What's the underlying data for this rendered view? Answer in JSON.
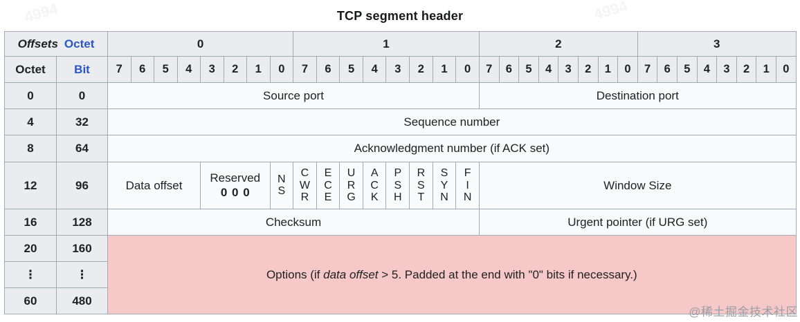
{
  "title": "TCP segment header",
  "header": {
    "offsets_label": "Offsets",
    "octet_label": "Octet",
    "octet_row_label": "Octet",
    "bit_label": "Bit",
    "octet_groups": [
      "0",
      "1",
      "2",
      "3"
    ],
    "bits": [
      "7",
      "6",
      "5",
      "4",
      "3",
      "2",
      "1",
      "0"
    ]
  },
  "rows": {
    "r0": {
      "octet": "0",
      "bit": "0",
      "source_port": "Source port",
      "destination_port": "Destination port"
    },
    "r4": {
      "octet": "4",
      "bit": "32",
      "label": "Sequence number"
    },
    "r8": {
      "octet": "8",
      "bit": "64",
      "label": "Acknowledgment number (if ACK set)"
    },
    "r12": {
      "octet": "12",
      "bit": "96",
      "data_offset": "Data offset",
      "reserved_label": "Reserved",
      "reserved_value": "0 0 0",
      "window_size": "Window Size"
    },
    "r16": {
      "octet": "16",
      "bit": "128",
      "checksum": "Checksum",
      "urgent_pointer": "Urgent pointer (if URG set)"
    },
    "r20": {
      "octet": "20",
      "bit": "160"
    },
    "rdots": {
      "octet": "⋮",
      "bit": "⋮"
    },
    "r60": {
      "octet": "60",
      "bit": "480"
    }
  },
  "flags": [
    "NS",
    "CWR",
    "ECE",
    "URG",
    "ACK",
    "PSH",
    "RST",
    "SYN",
    "FIN"
  ],
  "options": {
    "prefix": "Options (if ",
    "italic": "data offset",
    "suffix": " > 5. Padded at the end with \"0\" bits if necessary.)"
  },
  "watermarks": {
    "site": "@稀土掘金技术社区",
    "diagonal": "4994"
  },
  "colors": {
    "header_bg": "#eaecf0",
    "cell_bg": "#f9fafb",
    "options_bg": "#f7c8c8",
    "border": "#a2a9b1",
    "accent_blue": "#2b55c4",
    "text": "#202122"
  }
}
